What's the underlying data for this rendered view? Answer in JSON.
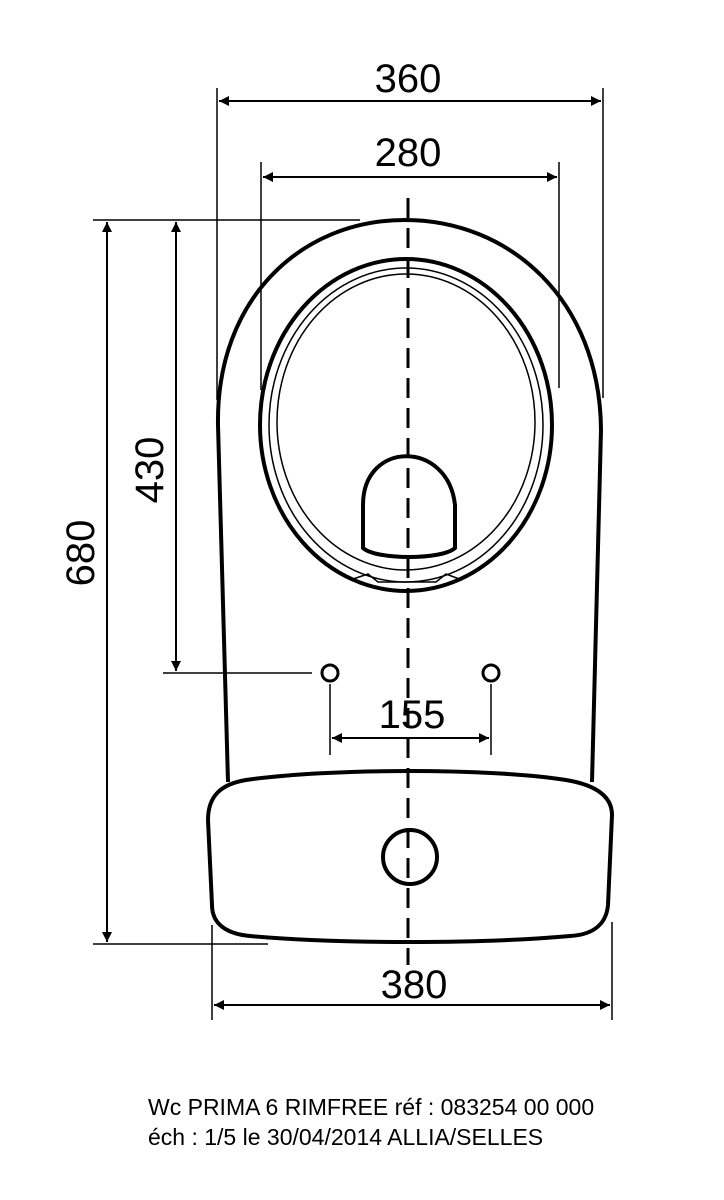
{
  "dimensions": {
    "overall_width": "360",
    "bowl_width": "280",
    "overall_length": "680",
    "fixing_distance": "430",
    "fixing_spacing": "155",
    "cistern_width": "380"
  },
  "caption": {
    "line1": "Wc PRIMA 6 RIMFREE réf : 083254 00 000",
    "line2": "éch : 1/5 le 30/04/2014 ALLIA/SELLES"
  }
}
